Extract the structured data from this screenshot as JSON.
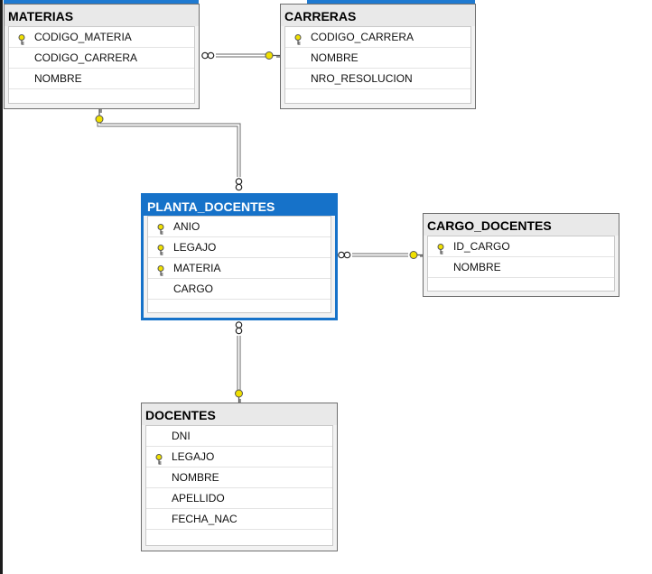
{
  "tables": {
    "materias": {
      "title": "MATERIAS",
      "columns": [
        {
          "name": "CODIGO_MATERIA",
          "pk": true
        },
        {
          "name": "CODIGO_CARRERA",
          "pk": false
        },
        {
          "name": "NOMBRE",
          "pk": false
        }
      ]
    },
    "carreras": {
      "title": "CARRERAS",
      "columns": [
        {
          "name": "CODIGO_CARRERA",
          "pk": true
        },
        {
          "name": "NOMBRE",
          "pk": false
        },
        {
          "name": "NRO_RESOLUCION",
          "pk": false
        }
      ]
    },
    "planta": {
      "title": "PLANTA_DOCENTES",
      "selected": true,
      "columns": [
        {
          "name": "ANIO",
          "pk": true
        },
        {
          "name": "LEGAJO",
          "pk": true
        },
        {
          "name": "MATERIA",
          "pk": true
        },
        {
          "name": "CARGO",
          "pk": false
        }
      ]
    },
    "cargo": {
      "title": "CARGO_DOCENTES",
      "columns": [
        {
          "name": "ID_CARGO",
          "pk": true
        },
        {
          "name": "NOMBRE",
          "pk": false
        }
      ]
    },
    "docentes": {
      "title": "DOCENTES",
      "columns": [
        {
          "name": "DNI",
          "pk": false
        },
        {
          "name": "LEGAJO",
          "pk": true
        },
        {
          "name": "NOMBRE",
          "pk": false
        },
        {
          "name": "APELLIDO",
          "pk": false
        },
        {
          "name": "FECHA_NAC",
          "pk": false
        }
      ]
    }
  },
  "relationships": [
    {
      "from": "materias",
      "to": "carreras"
    },
    {
      "from": "planta",
      "to": "materias"
    },
    {
      "from": "planta",
      "to": "cargo"
    },
    {
      "from": "planta",
      "to": "docentes"
    }
  ],
  "colors": {
    "selection": "#1672c9",
    "key": "#f0e000",
    "line": "#6a6a6a"
  },
  "icons": {
    "primary_key": "key-icon",
    "many_end": "infinity-icon"
  }
}
